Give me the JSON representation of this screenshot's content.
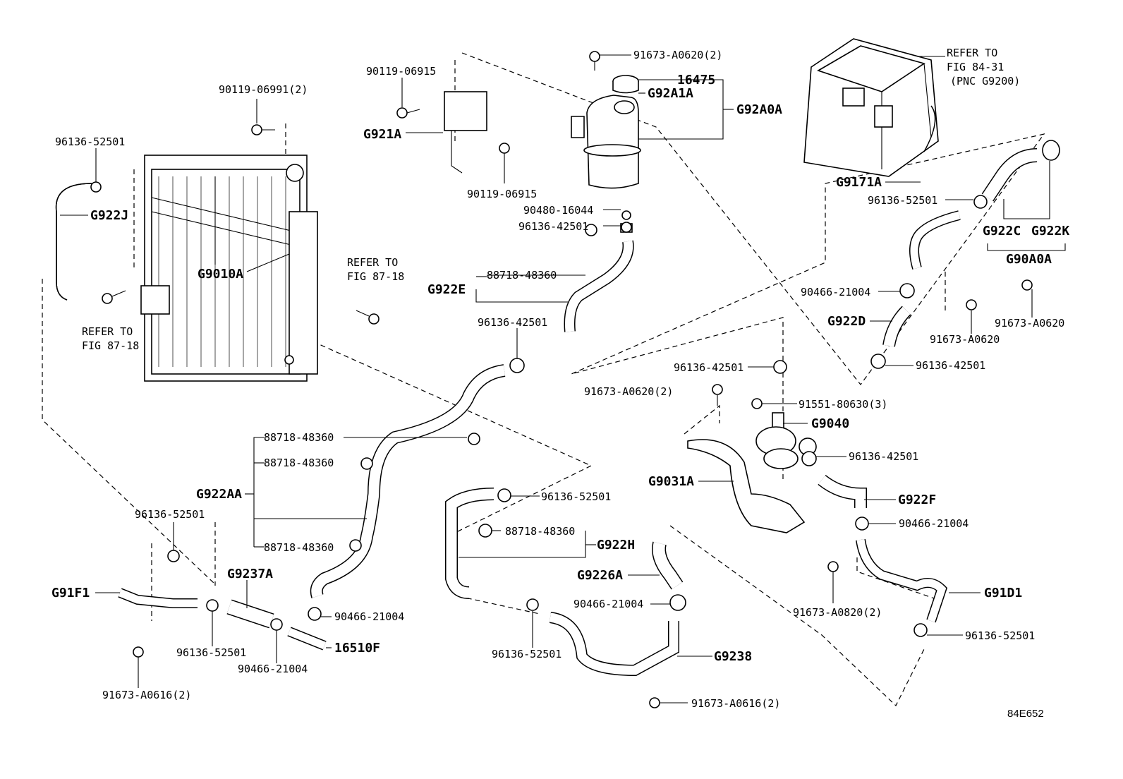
{
  "diagram": {
    "id_label": "84E652",
    "labels": {
      "p90119_06991": "90119-06991(2)",
      "p96136_52501_tl": "96136-52501",
      "g922j": "G922J",
      "g9010a": "G9010A",
      "refer_87_18_a": "REFER TO",
      "refer_87_18_a2": "FIG 87-18",
      "refer_87_18_b": "REFER TO",
      "refer_87_18_b2": "FIG 87-18",
      "p90119_06915_a": "90119-06915",
      "g921a": "G921A",
      "p90119_06915_b": "90119-06915",
      "p91673_a0620_2_top": "91673-A0620(2)",
      "p16475": "16475",
      "g92a1a": "G92A1A",
      "g92a0a": "G92A0A",
      "p90480_16044": "90480-16044",
      "p96136_42501_a": "96136-42501",
      "p88718_48360_a": "88718-48360",
      "g922e": "G922E",
      "p96136_42501_b": "96136-42501",
      "refer_84_31_1": "REFER TO",
      "refer_84_31_2": "FIG 84-31",
      "refer_84_31_3": "(PNC G9200)",
      "p96136_52501_r": "96136-52501",
      "g9171a": "G9171A",
      "g922c": "G922C",
      "g922k": "G922K",
      "g90a0a": "G90A0A",
      "p90466_21004_a": "90466-21004",
      "g922d": "G922D",
      "p91673_a0620_a": "91673-A0620",
      "p91673_a0620_b": "91673-A0620",
      "p96136_42501_c": "96136-42501",
      "p96136_42501_d": "96136-42501",
      "p91673_a0620_2_mid": "91673-A0620(2)",
      "p91551_80630": "91551-80630(3)",
      "g9040": "G9040",
      "p96136_42501_e": "96136-42501",
      "g9031a": "G9031A",
      "g922f": "G922F",
      "p90466_21004_b": "90466-21004",
      "p88718_48360_b": "88718-48360",
      "p88718_48360_c": "88718-48360",
      "g922aa": "G922AA",
      "p88718_48360_d": "88718-48360",
      "p96136_52501_c": "96136-52501",
      "p88718_48360_e": "88718-48360",
      "g922h": "G922H",
      "g9226a": "G9226A",
      "p90466_21004_c": "90466-21004",
      "p96136_52501_l": "96136-52501",
      "g91f1": "G91F1",
      "g9237a": "G9237A",
      "p90466_21004_d": "90466-21004",
      "p16510f": "16510F",
      "p96136_52501_bl": "96136-52501",
      "p90466_21004_e": "90466-21004",
      "p91673_a0616_2_l": "91673-A0616(2)",
      "p96136_52501_bm": "96136-52501",
      "g9238": "G9238",
      "p91673_a0616_2_m": "91673-A0616(2)",
      "p91673_a0820_2": "91673-A0820(2)",
      "g91d1": "G91D1",
      "p96136_52501_br": "96136-52501"
    }
  }
}
